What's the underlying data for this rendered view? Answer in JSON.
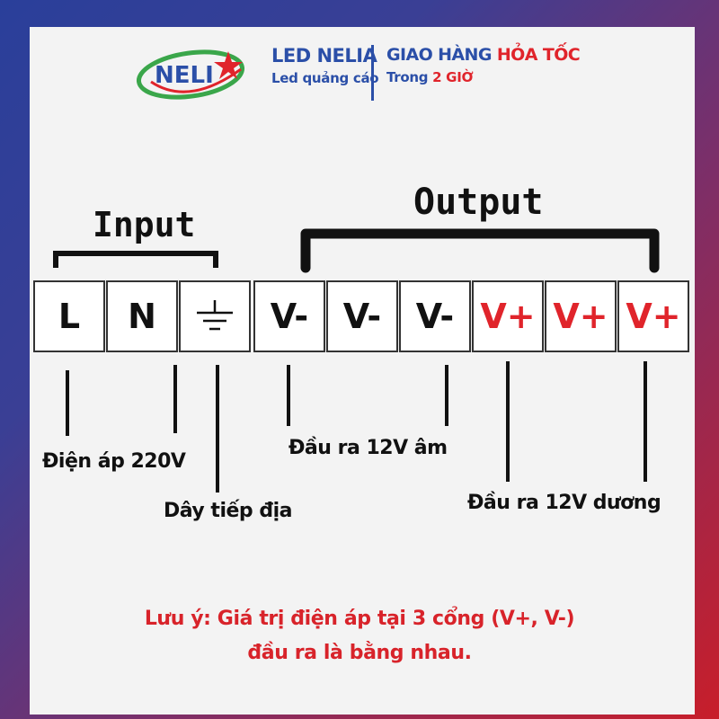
{
  "header": {
    "logo_text": "NELI",
    "brand_title": "LED NELIA",
    "brand_subtitle": "Led quảng cáo",
    "shipping_title_prefix": "GIAO HÀNG ",
    "shipping_title_highlight": "HỎA TỐC",
    "shipping_sub_prefix": "Trong ",
    "shipping_sub_highlight": "2 GIỜ"
  },
  "groups": {
    "input": "Input",
    "output": "Output"
  },
  "terminals": [
    {
      "label": "L",
      "color": "#111111"
    },
    {
      "label": "N",
      "color": "#111111"
    },
    {
      "label": "",
      "icon": "ground-icon",
      "color": "#111111"
    },
    {
      "label": "V-",
      "color": "#111111"
    },
    {
      "label": "V-",
      "color": "#111111"
    },
    {
      "label": "V-",
      "color": "#111111"
    },
    {
      "label": "V+",
      "color": "#e0242b"
    },
    {
      "label": "V+",
      "color": "#e0242b"
    },
    {
      "label": "V+",
      "color": "#e0242b"
    }
  ],
  "captions": {
    "voltage_220": "Điện áp 220V",
    "ground_wire": "Dây tiếp địa",
    "neg_output": "Đầu ra 12V âm",
    "pos_output": "Đầu ra 12V dương"
  },
  "note": {
    "line1": "Lưu ý: Giá trị điện áp tại 3 cổng (V+, V-)",
    "line2": "đầu ra là bằng nhau."
  },
  "colors": {
    "brand_blue": "#2b4fa8",
    "accent_red": "#e0242b",
    "logo_green": "#3aa64a"
  }
}
